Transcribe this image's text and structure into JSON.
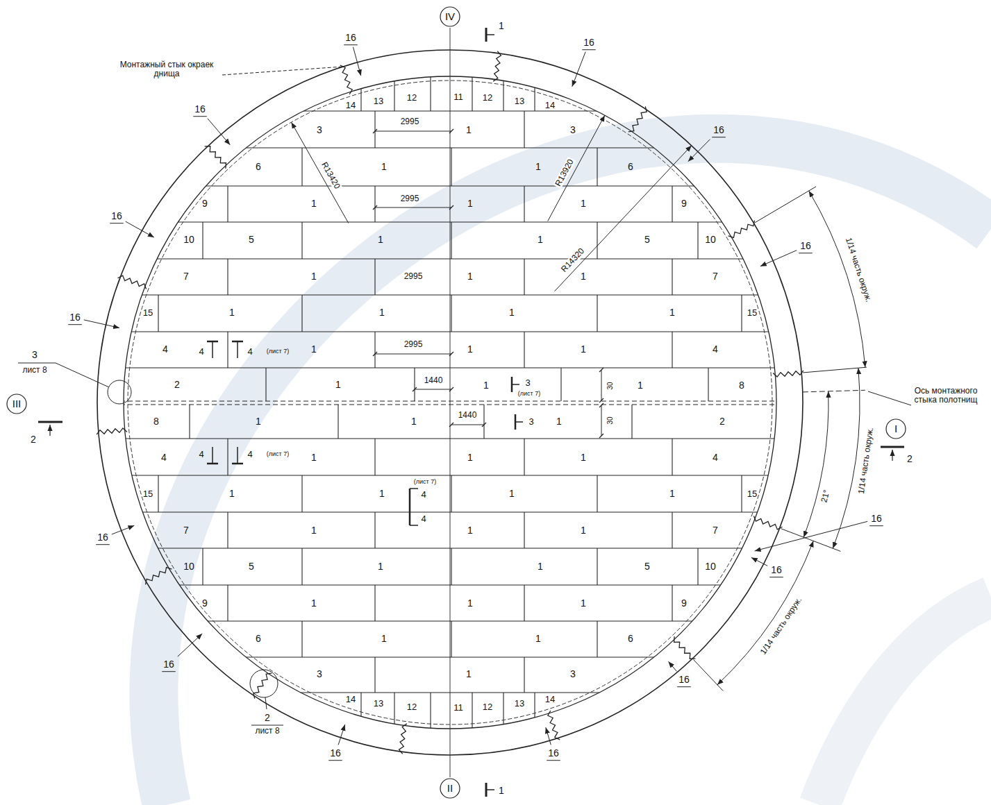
{
  "diagram": {
    "nodes": [
      {
        "text": [
          "IV"
        ]
      },
      {
        "text": [
          "III"
        ]
      },
      {
        "text": [
          "I"
        ]
      },
      {
        "text": [
          "II"
        ]
      }
    ],
    "labels": [
      "1",
      "Монтажный стык окраек днища",
      "16",
      "16",
      "16",
      "16",
      "16",
      "16",
      "16",
      "16",
      "16",
      "16",
      "16",
      "16",
      "16",
      "16",
      "14",
      "13",
      "12",
      "11",
      "12",
      "13",
      "14",
      "3",
      "2995",
      "1",
      "3",
      "R13420",
      "R13920",
      "6",
      "1",
      "1",
      "6",
      "R14320",
      "9",
      "1",
      "2995",
      "1",
      "1",
      "9",
      "10",
      "5",
      "1",
      "1",
      "5",
      "10",
      "7",
      "1",
      "2995",
      "1",
      "1",
      "7",
      "15",
      "1",
      "1",
      "1",
      "1",
      "15",
      "4",
      "4",
      "4",
      "(лист 7)",
      "1",
      "2995",
      "1",
      "1",
      "4",
      "2",
      "1",
      "1440",
      "1",
      "3",
      "(лист 7)",
      "30",
      "1",
      "8",
      "3",
      "лист 8",
      "2",
      "Ось монтажного стыка полотнищ",
      "2",
      "8",
      "1",
      "1",
      "1440",
      "3",
      "1",
      "30",
      "2",
      "4",
      "4",
      "4",
      "(лист 7)",
      "1",
      "1",
      "1",
      "4",
      "(лист 7)",
      "4",
      "4",
      "15",
      "1",
      "1",
      "1",
      "1",
      "15",
      "7",
      "1",
      "1",
      "1",
      "7",
      "1/14 часть окруж.",
      "1/14 часть окруж.",
      "21°",
      "1/14 часть окруж.",
      "10",
      "5",
      "1",
      "1",
      "5",
      "10",
      "9",
      "1",
      "1",
      "1",
      "9",
      "6",
      "1",
      "1",
      "6",
      "3",
      "1",
      "3",
      "14",
      "13",
      "12",
      "11",
      "12",
      "13",
      "14",
      "2",
      "лист 8",
      "1"
    ]
  }
}
